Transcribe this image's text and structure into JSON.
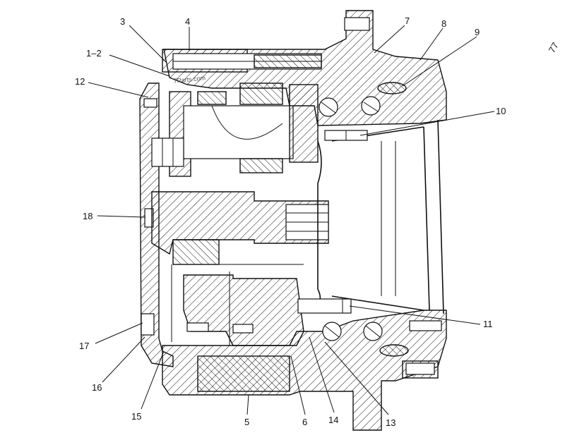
{
  "diagram": {
    "watermark": "7Parts.com",
    "corner_mark": "77",
    "callouts": [
      {
        "id": "c3",
        "text": "3"
      },
      {
        "id": "c4",
        "text": "4"
      },
      {
        "id": "c12",
        "text": "1–2"
      },
      {
        "id": "c12b",
        "text": "12"
      },
      {
        "id": "c7",
        "text": "7"
      },
      {
        "id": "c8",
        "text": "8"
      },
      {
        "id": "c9",
        "text": "9"
      },
      {
        "id": "c10",
        "text": "10"
      },
      {
        "id": "c18",
        "text": "18"
      },
      {
        "id": "c11",
        "text": "11"
      },
      {
        "id": "c17",
        "text": "17"
      },
      {
        "id": "c16",
        "text": "16"
      },
      {
        "id": "c15",
        "text": "15"
      },
      {
        "id": "c5",
        "text": "5"
      },
      {
        "id": "c6",
        "text": "6"
      },
      {
        "id": "c14",
        "text": "14"
      },
      {
        "id": "c13",
        "text": "13"
      }
    ]
  }
}
